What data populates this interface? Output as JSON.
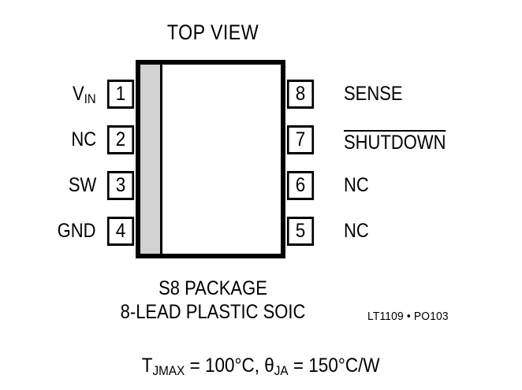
{
  "diagram": {
    "title": "TOP VIEW",
    "package_caption_line1": "S8 PACKAGE",
    "package_caption_line2": "8-LEAD PLASTIC SOIC",
    "part_marking": "LT1109 • PO103",
    "thermal": {
      "t_symbol": "T",
      "t_subscript": "JMAX",
      "t_value": " = 100°C, ",
      "theta_symbol": "θ",
      "theta_subscript": "JA",
      "theta_value": " = 150°C/W"
    },
    "colors": {
      "outline": "#000000",
      "pin1_stripe": "#d2d2d2",
      "background": "#ffffff"
    },
    "pins_left": [
      {
        "number": "1",
        "label": "V",
        "subscript": "IN",
        "overline": false
      },
      {
        "number": "2",
        "label": "NC",
        "subscript": "",
        "overline": false
      },
      {
        "number": "3",
        "label": "SW",
        "subscript": "",
        "overline": false
      },
      {
        "number": "4",
        "label": "GND",
        "subscript": "",
        "overline": false
      }
    ],
    "pins_right": [
      {
        "number": "8",
        "label": "SENSE",
        "subscript": "",
        "overline": false
      },
      {
        "number": "7",
        "label": "SHUTDOWN",
        "subscript": "",
        "overline": true
      },
      {
        "number": "6",
        "label": "NC",
        "subscript": "",
        "overline": false
      },
      {
        "number": "5",
        "label": "NC",
        "subscript": "",
        "overline": false
      }
    ]
  }
}
